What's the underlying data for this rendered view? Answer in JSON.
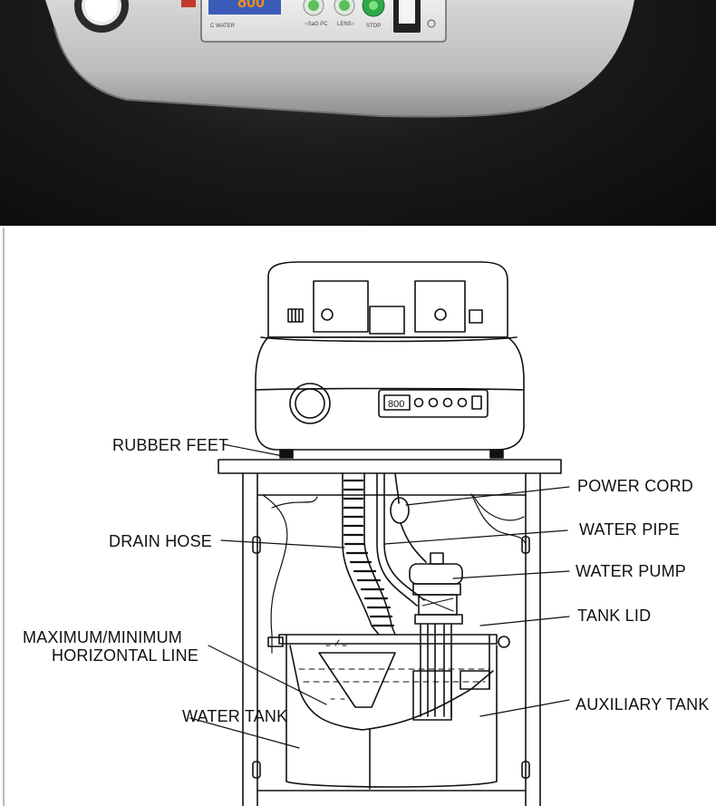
{
  "hero": {
    "display_value": "800",
    "panel_labels": {
      "water": "C WATER",
      "pc": "○SaG PC",
      "lens": "LENS○",
      "stop": "STOP"
    }
  },
  "diagram": {
    "counter_value": "800",
    "labels": {
      "rubber_feet": "RUBBER FEET",
      "drain_hose": "DRAIN HOSE",
      "max_min_line_1": "MAXIMUM/MINIMUM",
      "max_min_line_2": "HORIZONTAL LINE",
      "water_tank": "WATER TANK",
      "power_cord": "POWER CORD",
      "water_pipe": "WATER PIPE",
      "water_pump": "WATER PUMP",
      "tank_lid": "TANK LID",
      "auxiliary_tank": "AUXILIARY TANK"
    }
  }
}
